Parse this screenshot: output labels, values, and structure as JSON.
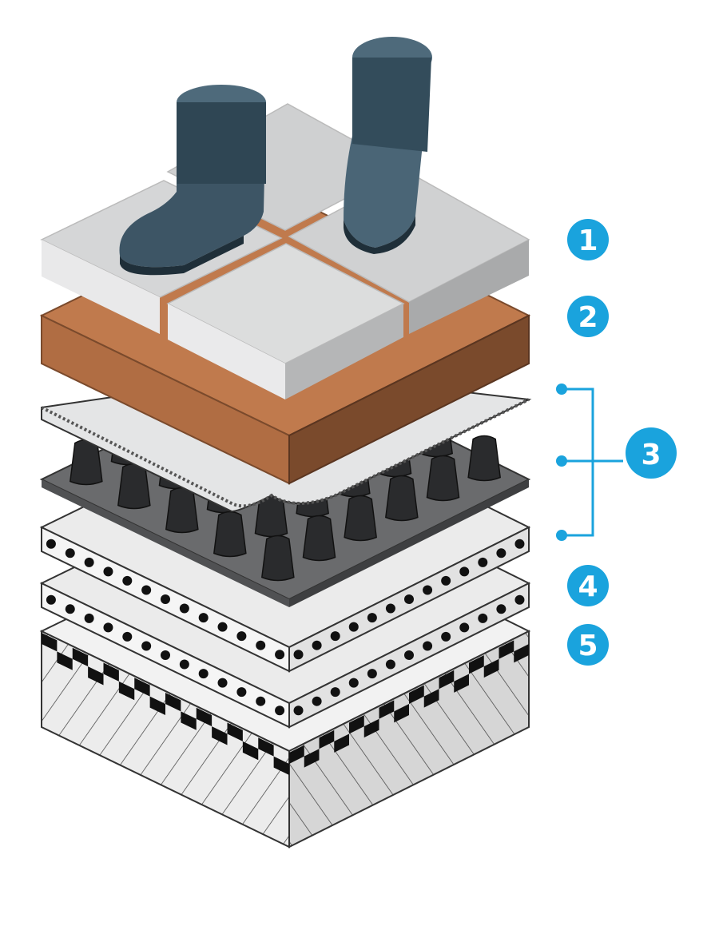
{
  "diagram": {
    "layers": [
      {
        "name": "paving-tiles",
        "color": "#d3d4d5"
      },
      {
        "name": "bedding-layer",
        "color": "#b8744a"
      },
      {
        "name": "geotextile-sheet",
        "color": "#e2e3e4"
      },
      {
        "name": "drainage-membrane",
        "color": "#4a4b4d"
      },
      {
        "name": "insulation-board-upper",
        "color": "#e8e8e8"
      },
      {
        "name": "insulation-board-lower",
        "color": "#e8e8e8"
      },
      {
        "name": "structural-slab",
        "color": "#ececec"
      }
    ],
    "accent": "#1aa3dd",
    "callouts": [
      {
        "label": "1"
      },
      {
        "label": "2"
      },
      {
        "label": "3"
      },
      {
        "label": "4"
      },
      {
        "label": "5"
      }
    ]
  }
}
